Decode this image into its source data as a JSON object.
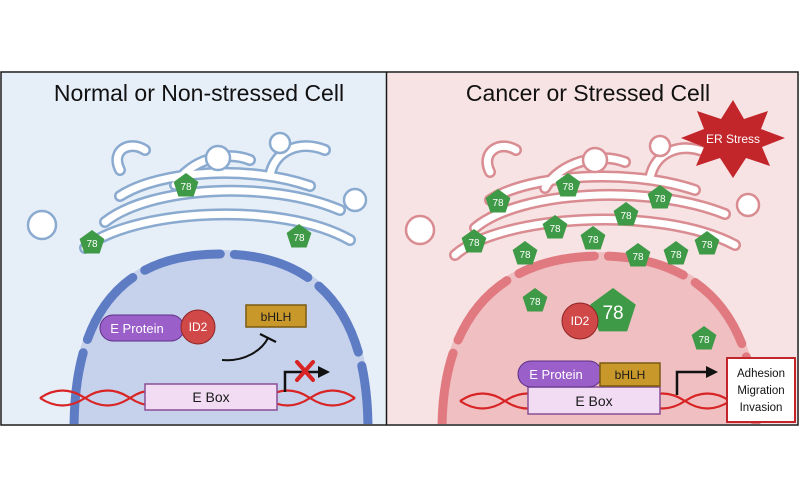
{
  "panels": {
    "left": {
      "title": "Normal or Non-stressed Cell"
    },
    "right": {
      "title": "Cancer or Stressed Cell"
    }
  },
  "labels": {
    "grp78": "78",
    "e_protein": "E Protein",
    "id2": "ID2",
    "bhlh": "bHLH",
    "e_box": "E Box",
    "er_stress": "ER Stress",
    "outcomes": [
      "Adhesion",
      "Migration",
      "Invasion"
    ]
  },
  "colors": {
    "left_bg": "#e6eef8",
    "right_bg": "#f7e3e3",
    "left_nucleus": "#c6d1ec",
    "right_nucleus": "#efbfc2",
    "er_left": "#8aaad0",
    "er_right": "#d98c91",
    "grp78": "#3f9a47",
    "e_protein": "#9a5fc9",
    "id2": "#d04848",
    "bhlh": "#c9982a",
    "e_box": "#f1dcf3",
    "dna": "#d82424",
    "er_stress": "#c2262b"
  }
}
